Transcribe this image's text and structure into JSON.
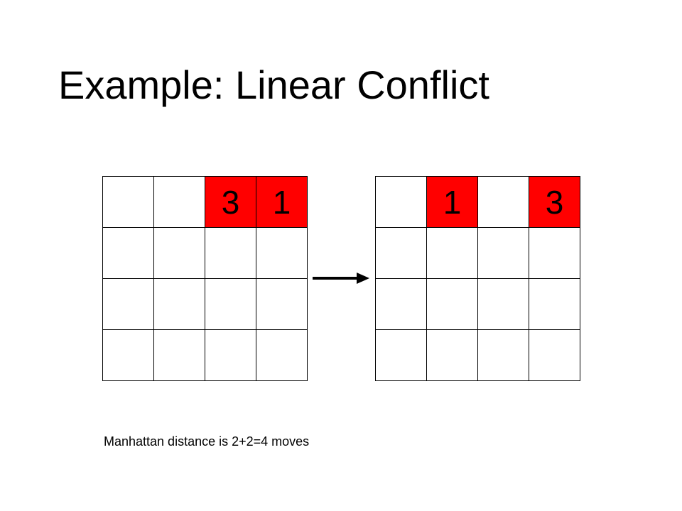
{
  "slide": {
    "title": "Example: Linear Conflict",
    "caption": "Manhattan distance is 2+2=4 moves",
    "highlight_color": "#ff0000"
  },
  "grids": {
    "before": {
      "rows": [
        [
          "",
          "",
          "3",
          "1"
        ],
        [
          "",
          "",
          "",
          ""
        ],
        [
          "",
          "",
          "",
          ""
        ],
        [
          "",
          "",
          "",
          ""
        ]
      ]
    },
    "after": {
      "rows": [
        [
          "",
          "1",
          "",
          "3"
        ],
        [
          "",
          "",
          "",
          ""
        ],
        [
          "",
          "",
          "",
          ""
        ],
        [
          "",
          "",
          "",
          ""
        ]
      ]
    }
  },
  "icons": {
    "transition": "arrow-right-icon"
  }
}
